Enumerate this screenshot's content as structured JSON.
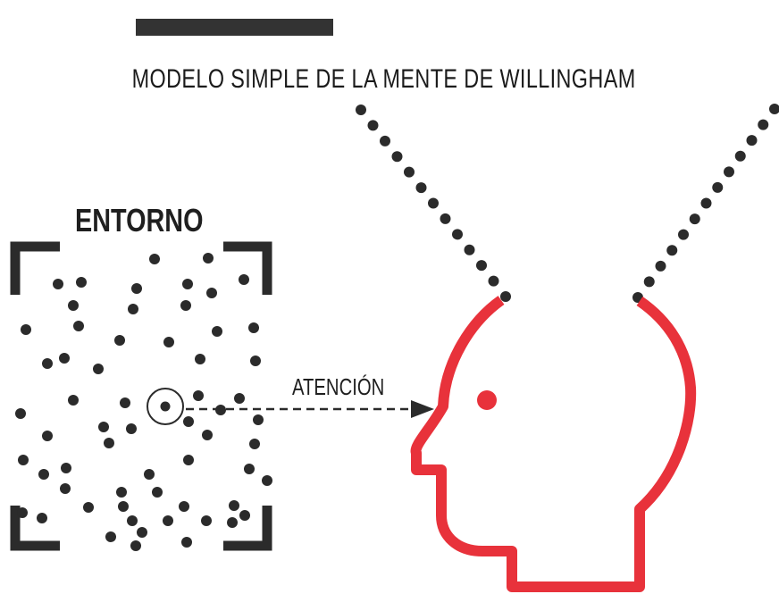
{
  "title": "MODELO SIMPLE DE LA MENTE DE WILLINGHAM",
  "environment_label": "ENTORNO",
  "attention_label": "ATENCIÓN",
  "colors": {
    "ink": "#2b2b2b",
    "head": "#e8323b",
    "background": "#ffffff"
  },
  "icons": [
    "top-bar",
    "environment-frame-corners",
    "environment-dots",
    "focus-circle",
    "attention-arrow",
    "head-profile",
    "eye-dot",
    "dotted-funnel"
  ]
}
